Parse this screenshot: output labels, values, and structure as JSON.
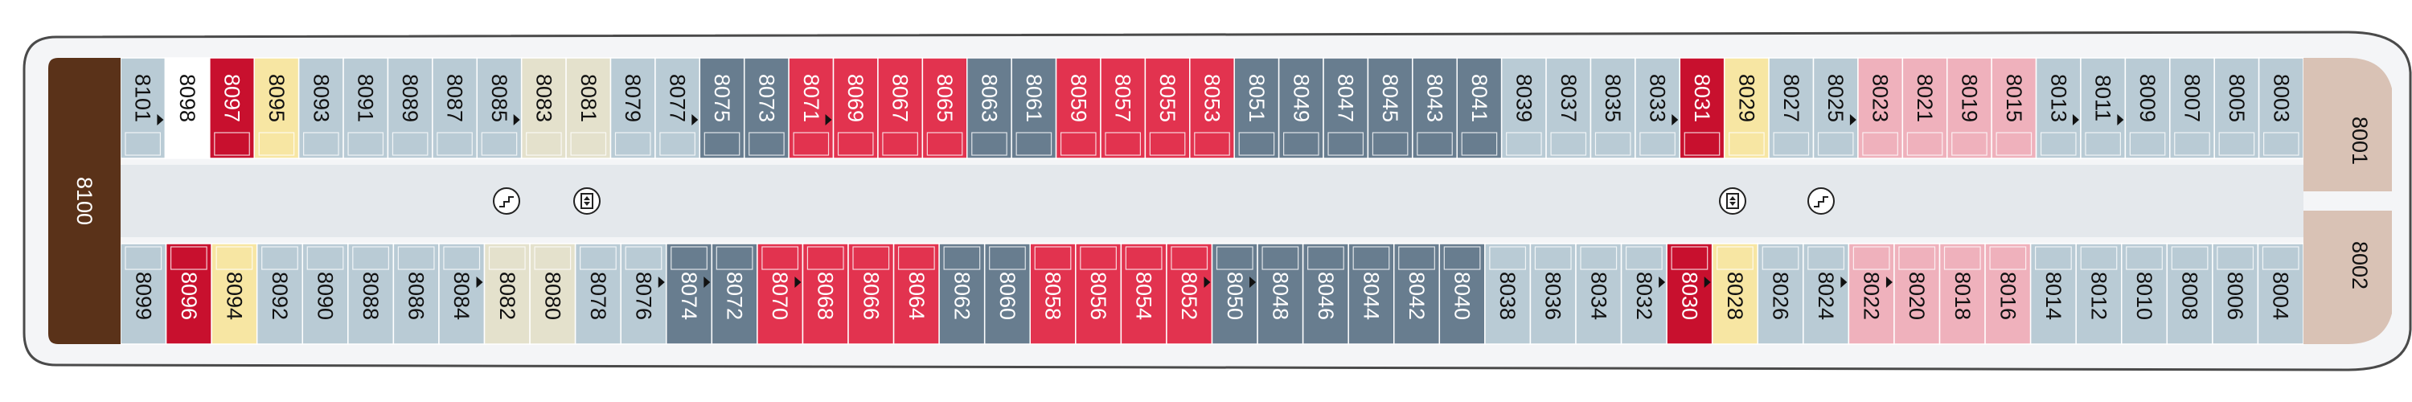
{
  "deck": {
    "colors": {
      "hull_outline": "#4a4a4a",
      "hull_fill": "#f4f5f7",
      "corridor": "#e4e8ec",
      "suite_dark_brown": "#5a3219",
      "suite_tan": "#d9c2b5",
      "category_red": "#e2334f",
      "category_crimson": "#c8102e",
      "category_pink": "#efb1bc",
      "category_yellow": "#f7e6a3",
      "category_beige": "#e4e1cc",
      "category_slate": "#687d8f",
      "category_lightblue": "#b9cbd5",
      "category_white": "#ffffff"
    },
    "aft_suite": {
      "label": "8100",
      "color": "suite_dark_brown"
    },
    "fwd_suites": [
      {
        "label": "8001",
        "color": "suite_tan"
      },
      {
        "label": "8002",
        "color": "suite_tan"
      }
    ],
    "top_cabins": [
      {
        "label": "8101",
        "color": "category_lightblue",
        "icon": "accessible"
      },
      {
        "label": "8098",
        "color": "category_white"
      },
      {
        "label": "8097",
        "color": "category_crimson"
      },
      {
        "label": "8095",
        "color": "category_yellow"
      },
      {
        "label": "8093",
        "color": "category_lightblue"
      },
      {
        "label": "8091",
        "color": "category_lightblue"
      },
      {
        "label": "8089",
        "color": "category_lightblue"
      },
      {
        "label": "8087",
        "color": "category_lightblue"
      },
      {
        "label": "8085",
        "color": "category_lightblue",
        "icon": "accessible"
      },
      {
        "label": "8083",
        "color": "category_beige"
      },
      {
        "label": "8081",
        "color": "category_beige"
      },
      {
        "label": "8079",
        "color": "category_lightblue"
      },
      {
        "label": "8077",
        "color": "category_lightblue",
        "icon": "accessible"
      },
      {
        "label": "8075",
        "color": "category_slate"
      },
      {
        "label": "8073",
        "color": "category_slate"
      },
      {
        "label": "8071",
        "color": "category_red",
        "icon": "accessible"
      },
      {
        "label": "8069",
        "color": "category_red"
      },
      {
        "label": "8067",
        "color": "category_red"
      },
      {
        "label": "8065",
        "color": "category_red"
      },
      {
        "label": "8063",
        "color": "category_slate"
      },
      {
        "label": "8061",
        "color": "category_slate"
      },
      {
        "label": "8059",
        "color": "category_red"
      },
      {
        "label": "8057",
        "color": "category_red"
      },
      {
        "label": "8055",
        "color": "category_red"
      },
      {
        "label": "8053",
        "color": "category_red"
      },
      {
        "label": "8051",
        "color": "category_slate"
      },
      {
        "label": "8049",
        "color": "category_slate"
      },
      {
        "label": "8047",
        "color": "category_slate"
      },
      {
        "label": "8045",
        "color": "category_slate"
      },
      {
        "label": "8043",
        "color": "category_slate"
      },
      {
        "label": "8041",
        "color": "category_slate"
      },
      {
        "label": "8039",
        "color": "category_lightblue"
      },
      {
        "label": "8037",
        "color": "category_lightblue"
      },
      {
        "label": "8035",
        "color": "category_lightblue"
      },
      {
        "label": "8033",
        "color": "category_lightblue",
        "icon": "accessible"
      },
      {
        "label": "8031",
        "color": "category_crimson"
      },
      {
        "label": "8029",
        "color": "category_yellow"
      },
      {
        "label": "8027",
        "color": "category_lightblue"
      },
      {
        "label": "8025",
        "color": "category_lightblue",
        "icon": "accessible"
      },
      {
        "label": "8023",
        "color": "category_pink"
      },
      {
        "label": "8021",
        "color": "category_pink"
      },
      {
        "label": "8019",
        "color": "category_pink"
      },
      {
        "label": "8015",
        "color": "category_pink"
      },
      {
        "label": "8013",
        "color": "category_lightblue",
        "icon": "accessible"
      },
      {
        "label": "8011",
        "color": "category_lightblue",
        "icon": "accessible"
      },
      {
        "label": "8009",
        "color": "category_lightblue"
      },
      {
        "label": "8007",
        "color": "category_lightblue"
      },
      {
        "label": "8005",
        "color": "category_lightblue"
      },
      {
        "label": "8003",
        "color": "category_lightblue"
      }
    ],
    "bottom_cabins": [
      {
        "label": "8099",
        "color": "category_lightblue"
      },
      {
        "label": "8096",
        "color": "category_crimson"
      },
      {
        "label": "8094",
        "color": "category_yellow"
      },
      {
        "label": "8092",
        "color": "category_lightblue"
      },
      {
        "label": "8090",
        "color": "category_lightblue"
      },
      {
        "label": "8088",
        "color": "category_lightblue"
      },
      {
        "label": "8086",
        "color": "category_lightblue"
      },
      {
        "label": "8084",
        "color": "category_lightblue",
        "icon": "accessible"
      },
      {
        "label": "8082",
        "color": "category_beige"
      },
      {
        "label": "8080",
        "color": "category_beige"
      },
      {
        "label": "8078",
        "color": "category_lightblue"
      },
      {
        "label": "8076",
        "color": "category_lightblue",
        "icon": "accessible"
      },
      {
        "label": "8074",
        "color": "category_slate",
        "icon": "accessible"
      },
      {
        "label": "8072",
        "color": "category_slate"
      },
      {
        "label": "8070",
        "color": "category_red",
        "icon": "accessible"
      },
      {
        "label": "8068",
        "color": "category_red"
      },
      {
        "label": "8066",
        "color": "category_red"
      },
      {
        "label": "8064",
        "color": "category_red"
      },
      {
        "label": "8062",
        "color": "category_slate"
      },
      {
        "label": "8060",
        "color": "category_slate"
      },
      {
        "label": "8058",
        "color": "category_red"
      },
      {
        "label": "8056",
        "color": "category_red"
      },
      {
        "label": "8054",
        "color": "category_red"
      },
      {
        "label": "8052",
        "color": "category_red",
        "icon": "accessible"
      },
      {
        "label": "8050",
        "color": "category_slate",
        "icon": "accessible"
      },
      {
        "label": "8048",
        "color": "category_slate"
      },
      {
        "label": "8046",
        "color": "category_slate"
      },
      {
        "label": "8044",
        "color": "category_slate"
      },
      {
        "label": "8042",
        "color": "category_slate"
      },
      {
        "label": "8040",
        "color": "category_slate"
      },
      {
        "label": "8038",
        "color": "category_lightblue"
      },
      {
        "label": "8036",
        "color": "category_lightblue"
      },
      {
        "label": "8034",
        "color": "category_lightblue"
      },
      {
        "label": "8032",
        "color": "category_lightblue",
        "icon": "accessible"
      },
      {
        "label": "8030",
        "color": "category_crimson",
        "icon": "accessible"
      },
      {
        "label": "8028",
        "color": "category_yellow"
      },
      {
        "label": "8026",
        "color": "category_lightblue"
      },
      {
        "label": "8024",
        "color": "category_lightblue",
        "icon": "accessible"
      },
      {
        "label": "8022",
        "color": "category_pink",
        "icon": "accessible"
      },
      {
        "label": "8020",
        "color": "category_pink"
      },
      {
        "label": "8018",
        "color": "category_pink"
      },
      {
        "label": "8016",
        "color": "category_pink"
      },
      {
        "label": "8014",
        "color": "category_lightblue"
      },
      {
        "label": "8012",
        "color": "category_lightblue"
      },
      {
        "label": "8010",
        "color": "category_lightblue"
      },
      {
        "label": "8008",
        "color": "category_lightblue"
      },
      {
        "label": "8006",
        "color": "category_lightblue"
      },
      {
        "label": "8004",
        "color": "category_lightblue"
      }
    ],
    "amenities": [
      {
        "name": "stairs-icon",
        "symbol": "stairs"
      },
      {
        "name": "elevator-icon",
        "symbol": "elevator"
      },
      {
        "name": "elevator-icon",
        "symbol": "elevator"
      },
      {
        "name": "stairs-icon",
        "symbol": "stairs"
      }
    ]
  }
}
